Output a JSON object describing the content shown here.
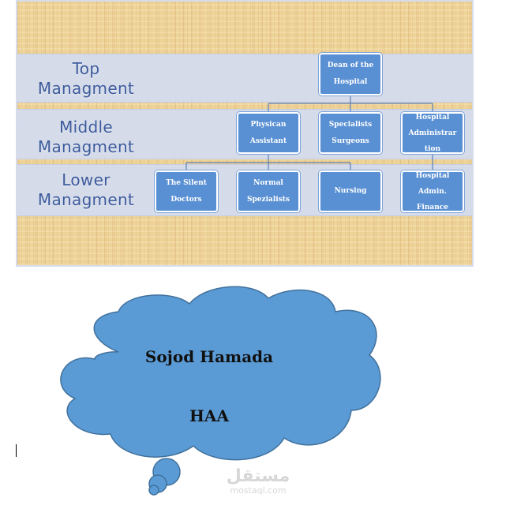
{
  "levels": {
    "top": [
      "Top",
      "Managment"
    ],
    "middle": [
      "Middle",
      "Managment"
    ],
    "lower": [
      "Lower",
      "Managment"
    ]
  },
  "nodes": {
    "dean": "Dean of the\nHospital",
    "physican_assistant": "Physican\nAssistant",
    "specialists_surgeons": "Specialists\nSurgeons",
    "hospital_administration": "Hospital\nAdministrar\ntion",
    "silent_doctors": "The Silent\nDoctors",
    "normal_spezialists": "Normal\nSpezialists",
    "nursing": "Nursing",
    "hospital_admin_finance": "Hospital\nAdmin.\nFinance"
  },
  "cloud": {
    "name": "Sojod Hamada",
    "label": "HAA"
  },
  "watermark": {
    "arabic": "مستقل",
    "latin": "mostaql.com"
  },
  "colors": {
    "node": "#5990d3",
    "band": "#d4dcee",
    "level_text": "#3c5a9c",
    "cloud_fill": "#5b9bd5",
    "cloud_stroke": "#41719c"
  }
}
